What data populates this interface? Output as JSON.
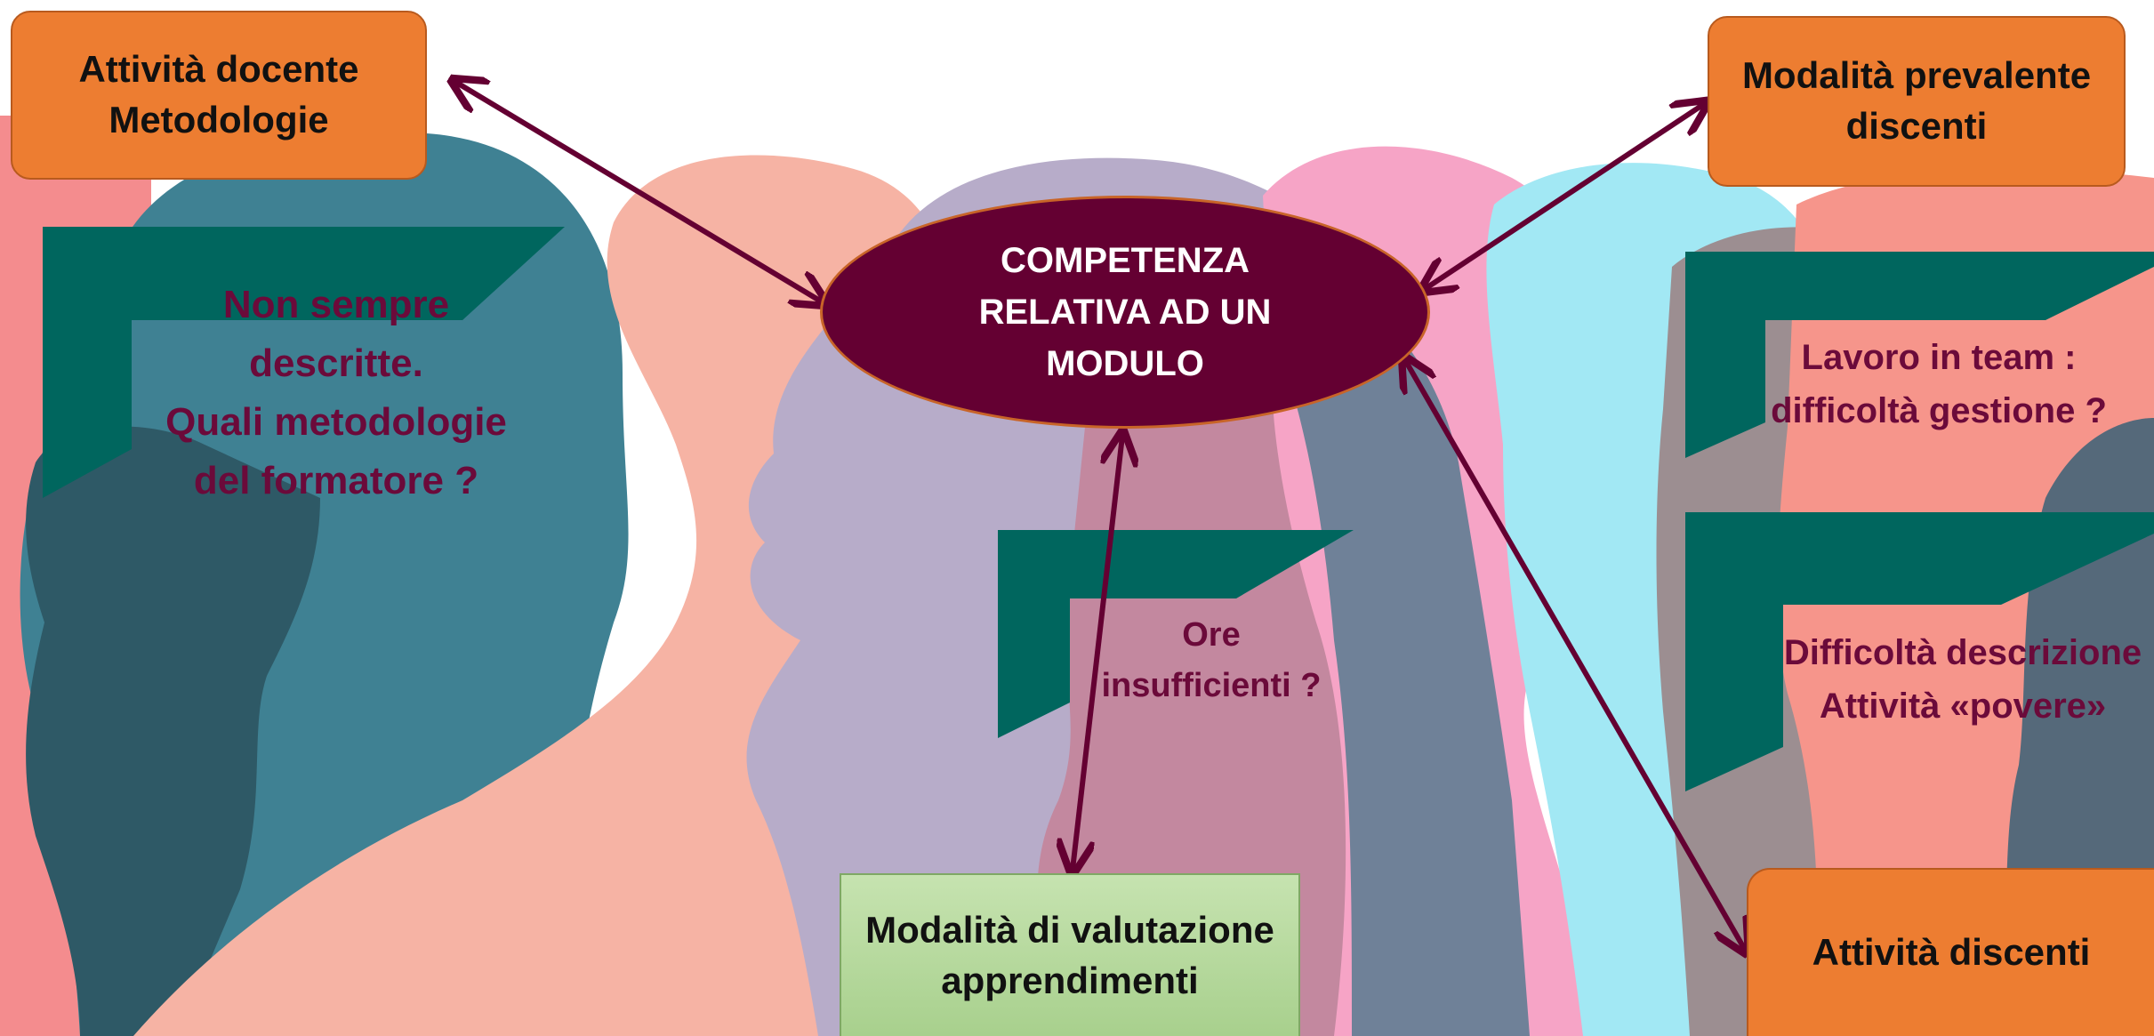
{
  "center": {
    "label": "COMPETENZA\nRELATIVA AD UN\nMODULO"
  },
  "nodes": {
    "top_left": "Attività docente\nMetodologie",
    "top_right": "Modalità prevalente\ndiscenti",
    "bottom_right": "Attività discenti",
    "bottom_center": "Modalità di valutazione\napprendimenti"
  },
  "notes": {
    "methods": "Non sempre\ndescritte.\nQuali metodologie\ndel formatore ?",
    "hours": "Ore\ninsufficienti ?",
    "teamwork": "Lavoro in team :\ndifficoltà gestione ?",
    "description": "Difficoltà descrizione\nAttività «povere»"
  },
  "colors": {
    "center_fill": "#640032",
    "node_orange": "#ED7D31",
    "node_green": "#A8D08D",
    "arrow": "#640032",
    "note_text": "#6B0A3A",
    "callout_shape": "#00665E"
  }
}
